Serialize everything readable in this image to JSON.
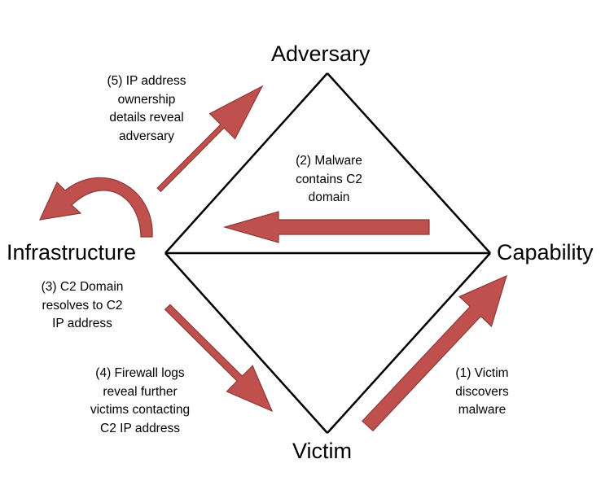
{
  "vertices": {
    "adversary": "Adversary",
    "infrastructure": "Infrastructure",
    "capability": "Capability",
    "victim": "Victim"
  },
  "notes": {
    "step1": [
      "(1) Victim",
      "discovers",
      "malware"
    ],
    "step2": [
      "(2) Malware",
      "contains C2",
      "domain"
    ],
    "step3": [
      "(3) C2 Domain",
      "resolves to C2",
      "IP address"
    ],
    "step4": [
      "(4) Firewall logs",
      "reveal further",
      "victims contacting",
      "C2 IP address"
    ],
    "step5": [
      "(5) IP address",
      "ownership",
      "details reveal",
      "adversary"
    ]
  },
  "colors": {
    "arrow_fill": "#c0504d",
    "arrow_stroke": "#8c3836",
    "line": "#000000"
  }
}
